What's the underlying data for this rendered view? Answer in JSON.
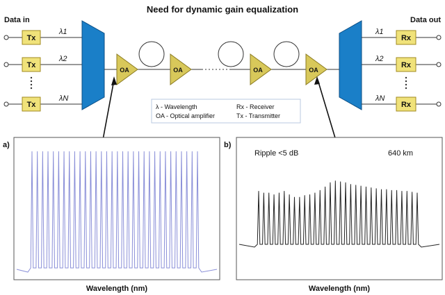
{
  "title": "Need for dynamic gain equalization",
  "labels": {
    "data_in": "Data in",
    "data_out": "Data out",
    "tx": "Tx",
    "rx": "Rx",
    "oa": "OA",
    "lambda_1": "λ1",
    "lambda_2": "λ2",
    "lambda_n": "λN"
  },
  "legend": {
    "lambda": "λ - Wavelength",
    "oa": "OA - Optical amplifier",
    "rx": "Rx - Receiver",
    "tx": "Tx - Transmitter"
  },
  "panel_a": {
    "label": "a)",
    "xlabel": "Wavelength (nm)"
  },
  "panel_b": {
    "label": "b)",
    "ripple": "Ripple <5 dB",
    "distance": "640 km",
    "xlabel": "Wavelength (nm)"
  },
  "colors": {
    "box_fill": "#f0e27a",
    "box_stroke": "#a08a20",
    "amp_fill": "#d8c85a",
    "mux_fill": "#1a7fc8",
    "spectrum_a": "#8a8fd8",
    "spectrum_b": "#222222",
    "legend_border": "#b8c8e0"
  },
  "spectrum_a": {
    "channels": 32,
    "level": 1.0
  },
  "spectrum_b": {
    "channels": 32,
    "peak_levels": [
      0.62,
      0.6,
      0.6,
      0.58,
      0.6,
      0.62,
      0.58,
      0.55,
      0.55,
      0.57,
      0.58,
      0.6,
      0.63,
      0.67,
      0.72,
      0.74,
      0.73,
      0.72,
      0.7,
      0.69,
      0.68,
      0.67,
      0.66,
      0.65,
      0.64,
      0.64,
      0.63,
      0.63,
      0.62,
      0.62,
      0.61,
      0.6
    ]
  }
}
